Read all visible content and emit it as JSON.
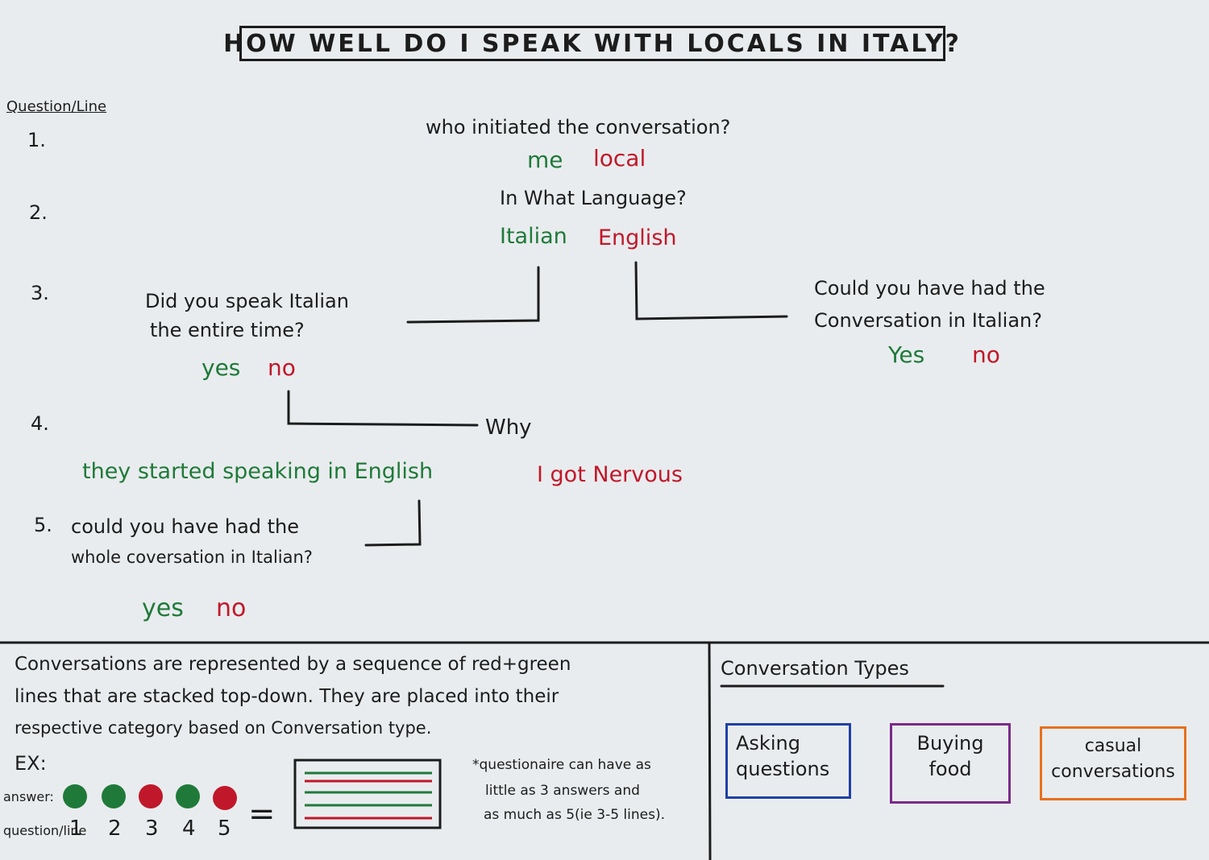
{
  "title": "HOW WELL DO I SPEAK WITH LOCALS IN ITALY?",
  "column_header": "Question/Line",
  "numbers": [
    "1.",
    "2.",
    "3.",
    "4.",
    "5."
  ],
  "q1": {
    "text": "who initiated the conversation?",
    "a1": "me",
    "a2": "local"
  },
  "q2": {
    "text": "In What Language?",
    "a1": "Italian",
    "a2": "English"
  },
  "q3_left": {
    "line1": "Did you speak Italian",
    "line2": "the entire time?",
    "a1": "yes",
    "a2": "no"
  },
  "q3_right": {
    "line1": "Could you have had the",
    "line2": "Conversation in Italian?",
    "a1": "Yes",
    "a2": "no"
  },
  "q4": {
    "text": "Why",
    "a1": "they started speaking in English",
    "a2": "I got Nervous"
  },
  "q5": {
    "line1": "could you have had the",
    "line2": "whole coversation in Italian?",
    "a1": "yes",
    "a2": "no"
  },
  "bottom": {
    "description_line1": "Conversations are represented by a sequence of red+green",
    "description_line2": "lines that are stacked top-down. They are placed into their",
    "description_line3": "respective category based on Conversation type.",
    "ex_label": "EX:",
    "answer_label": "answer:",
    "question_label": "question/line",
    "question_numbers": [
      "1",
      "2",
      "3",
      "4",
      "5"
    ],
    "equals": "=",
    "note_line1": "*questionaire can have as",
    "note_line2": "little as 3 answers and",
    "note_line3": "as much as 5(ie 3-5 lines).",
    "types_title": "Conversation Types",
    "type_asking": "Asking questions",
    "type_buying": "Buying food",
    "type_casual": "casual conversations"
  },
  "colors": {
    "green": "#1f7a3a",
    "red": "#c0182a",
    "blue": "#1f3fa8",
    "purple": "#7a2a8a",
    "orange": "#e8701c",
    "ink": "#1c1c1c"
  },
  "example_answers": [
    "green",
    "green",
    "red",
    "green",
    "red"
  ],
  "example_lines": [
    "green",
    "red",
    "green",
    "green",
    "red"
  ]
}
